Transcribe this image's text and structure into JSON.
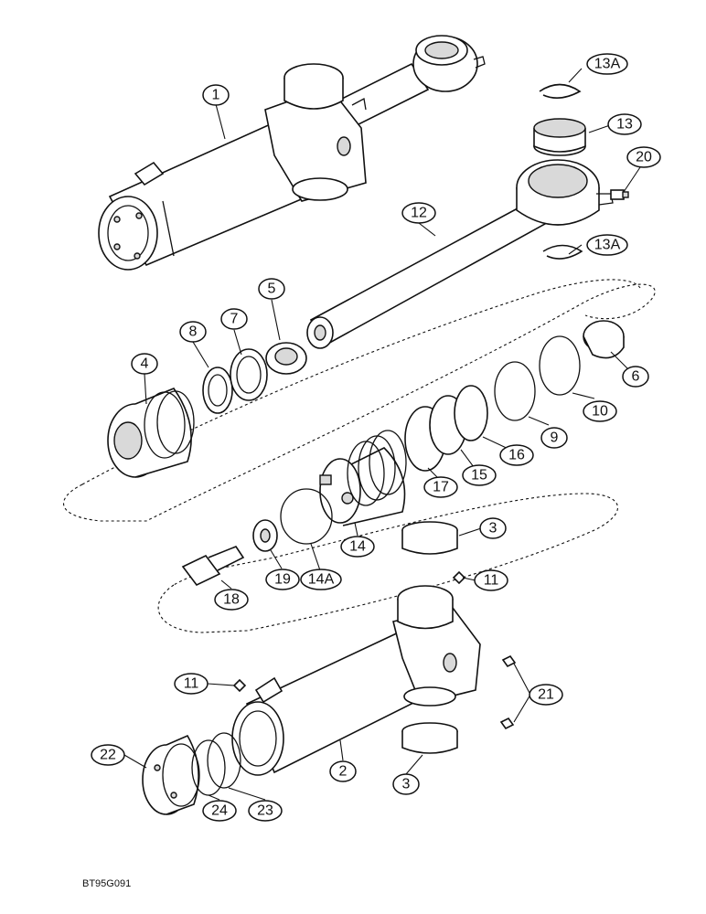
{
  "reference_code": "BT95G091",
  "callouts": {
    "c1": "1",
    "c2": "2",
    "c3a": "3",
    "c3b": "3",
    "c4": "4",
    "c5": "5",
    "c6": "6",
    "c7": "7",
    "c8": "8",
    "c9": "9",
    "c10": "10",
    "c11a": "11",
    "c11b": "11",
    "c12": "12",
    "c13": "13",
    "c13a_top": "13A",
    "c13a_bottom": "13A",
    "c14": "14",
    "c14a": "14A",
    "c15": "15",
    "c16": "16",
    "c17": "17",
    "c18": "18",
    "c19": "19",
    "c20": "20",
    "c21": "21",
    "c22": "22",
    "c23": "23",
    "c24": "24"
  }
}
